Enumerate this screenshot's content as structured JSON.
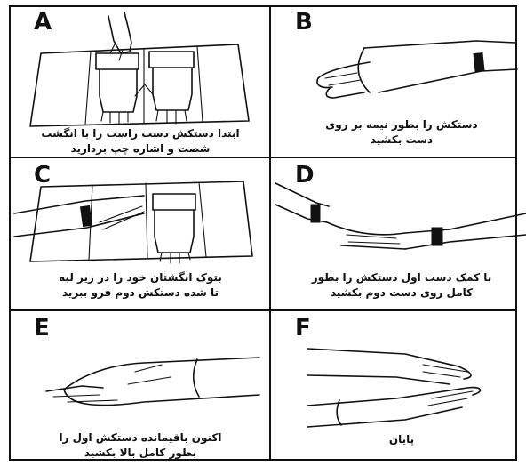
{
  "steps": [
    {
      "letter": "A",
      "line1": "ابتدا دستکش دست راست را با انگشت",
      "line2": "شصت و اشاره چپ بردارید"
    },
    {
      "letter": "B",
      "line1": "دستکش را بطور نیمه بر روی",
      "line2": "دست بکشید"
    },
    {
      "letter": "C",
      "line1": "بتوک انگشتان خود را در زیر لبه",
      "line2": "تا شده دستکش دوم فرو ببرید"
    },
    {
      "letter": "D",
      "line1": "با کمک دست اول دستکش را بطور",
      "line2": "کامل روی دست دوم بکشید"
    },
    {
      "letter": "E",
      "line1": "اکنون باقیمانده دستکش اول را",
      "line2": "بطور کامل بالا بکشید"
    },
    {
      "letter": "F",
      "line1": "پایان",
      "line2": ""
    }
  ]
}
